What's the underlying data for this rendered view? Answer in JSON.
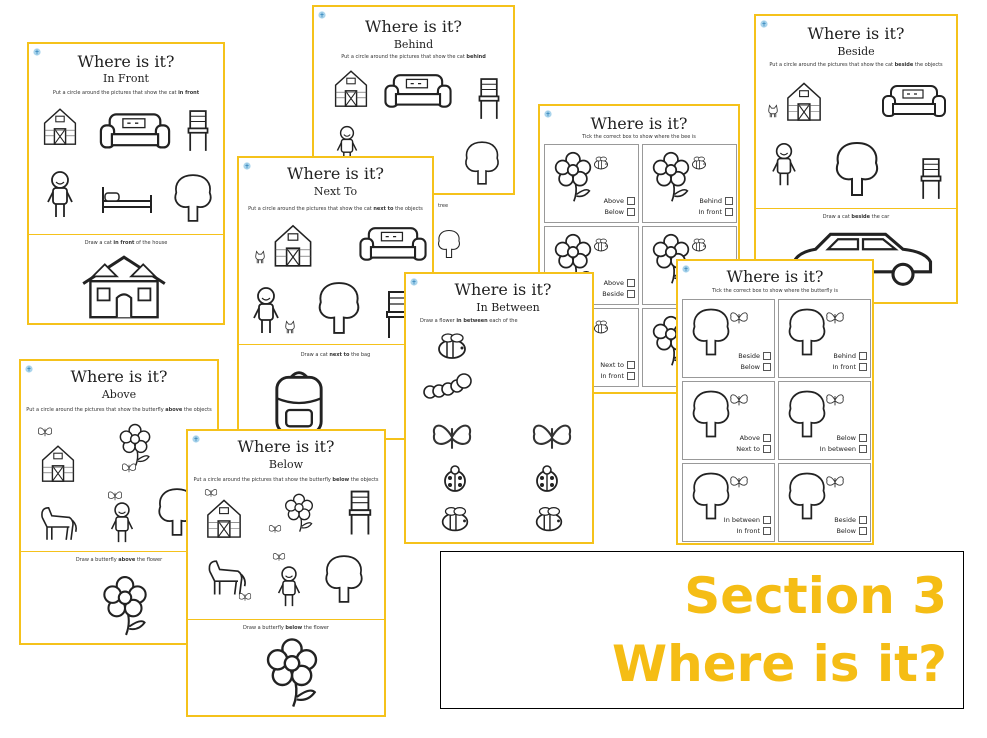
{
  "accent_color": "#f5c21b",
  "banner": {
    "line1": "Section 3",
    "line2": "Where is it?",
    "color": "#f5bd15"
  },
  "sheets": {
    "in_front": {
      "title": "Where is it?",
      "subtitle": "In Front",
      "instruction_pre": "Put a circle around the pictures that show the cat ",
      "instruction_bold": "in front",
      "draw_pre": "Draw a cat ",
      "draw_bold": "in front",
      "draw_post": " of the house"
    },
    "behind": {
      "title": "Where is it?",
      "subtitle": "Behind",
      "instruction_pre": "Put a circle around the pictures that show the cat ",
      "instruction_bold": "behind",
      "draw_tail": "tree"
    },
    "next_to": {
      "title": "Where is it?",
      "subtitle": "Next To",
      "instruction_pre": "Put a circle around the pictures that show the cat ",
      "instruction_bold": "next to",
      "instruction_post": " the objects",
      "draw_pre": "Draw a cat ",
      "draw_bold": "next to",
      "draw_post": " the bag"
    },
    "beside": {
      "title": "Where is it?",
      "subtitle": "Beside",
      "instruction_pre": "Put a circle around the pictures that show the cat ",
      "instruction_bold": "beside",
      "instruction_post": " the objects",
      "draw_pre": "Draw a cat ",
      "draw_bold": "beside",
      "draw_post": " the car"
    },
    "above": {
      "title": "Where is it?",
      "subtitle": "Above",
      "instruction_pre": "Put a circle around the pictures that show the butterfly ",
      "instruction_bold": "above",
      "instruction_post": " the objects",
      "draw_pre": "Draw a butterfly ",
      "draw_bold": "above",
      "draw_post": " the flower"
    },
    "below": {
      "title": "Where is it?",
      "subtitle": "Below",
      "instruction_pre": "Put a circle around the pictures that show the butterfly ",
      "instruction_bold": "below",
      "instruction_post": " the objects",
      "draw_pre": "Draw a butterfly ",
      "draw_bold": "below",
      "draw_post": " the flower"
    },
    "in_between": {
      "title": "Where is it?",
      "subtitle": "In Between",
      "instruction_pre": "Draw a flower ",
      "instruction_bold": "in between",
      "instruction_post": " each of the"
    },
    "tick_box": {
      "title": "Where is it?",
      "instruction": "Tick the correct box to show where the bee is",
      "cells": [
        {
          "l1": "Above",
          "l2": "Below"
        },
        {
          "l1": "Behind",
          "l2": "In front"
        },
        {
          "l1": "Above",
          "l2": "Beside"
        },
        {
          "l1": "",
          "l2": ""
        },
        {
          "l1": "Next to",
          "l2": "In front"
        },
        {
          "l1": "",
          "l2": ""
        }
      ]
    },
    "tick_butterfly": {
      "title": "Where is it?",
      "instruction": "Tick the correct box to show where the butterfly is",
      "cells": [
        {
          "l1": "Beside",
          "l2": "Below"
        },
        {
          "l1": "Behind",
          "l2": "In front"
        },
        {
          "l1": "Above",
          "l2": "Next to"
        },
        {
          "l1": "Below",
          "l2": "In between"
        },
        {
          "l1": "In between",
          "l2": "In front"
        },
        {
          "l1": "Beside",
          "l2": "Below"
        }
      ]
    }
  }
}
